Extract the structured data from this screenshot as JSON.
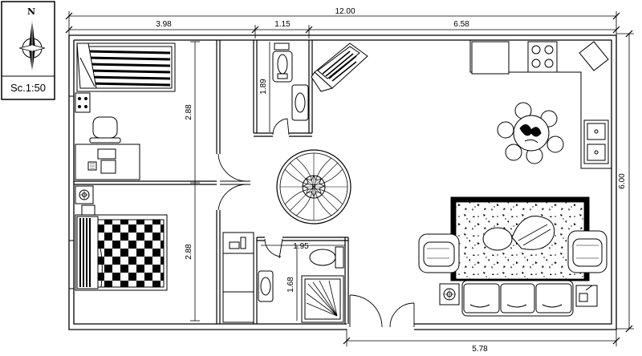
{
  "compass": {
    "north_label": "N",
    "icon": "north-arrow-icon"
  },
  "scale": {
    "label": "Sc.1:50"
  },
  "dimensions": {
    "overall_width": "12.00",
    "seg_left": "3.98",
    "seg_mid": "1.15",
    "seg_right": "6.58",
    "overall_height": "6.00",
    "bedroom_top": "2.88",
    "bedroom_bottom": "2.88",
    "wc_top_height": "1.89",
    "bath_width": "1.95",
    "bath_height": "1.68",
    "bottom_run": "5.78"
  },
  "colors": {
    "line": "#000000",
    "background": "#ffffff"
  }
}
